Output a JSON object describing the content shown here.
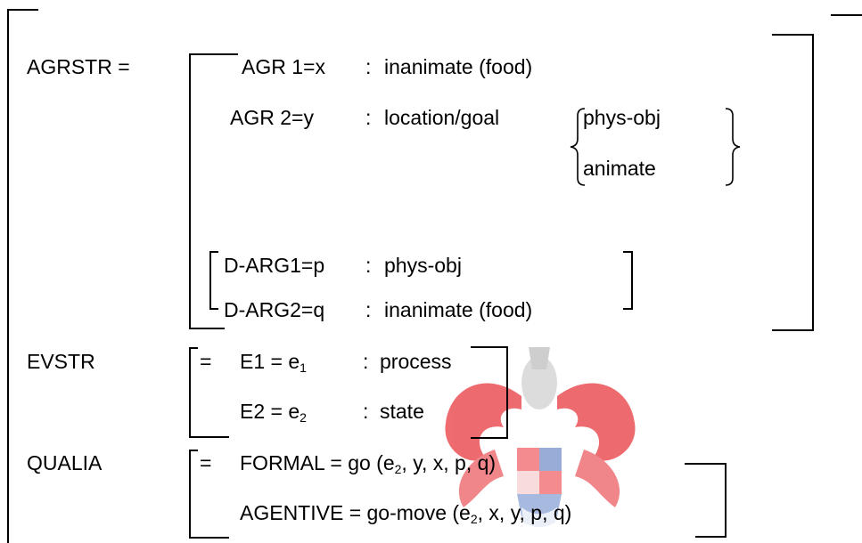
{
  "agrstr": {
    "label": "AGRSTR =",
    "agr1": {
      "key": "AGR 1=x",
      "sep": ":",
      "value": "inanimate (food)"
    },
    "agr2": {
      "key": "AGR 2=y",
      "sep": ":",
      "value": "location/goal"
    },
    "agr2_options": [
      "phys-obj",
      "animate"
    ],
    "darg1": {
      "key": "D-ARG1=p",
      "sep": ":",
      "value": "phys-obj"
    },
    "darg2": {
      "key": "D-ARG2=q",
      "sep": ":",
      "value": "inanimate (food)"
    }
  },
  "evstr": {
    "label": "EVSTR",
    "eq": "=",
    "e1": {
      "key": "E1 = e",
      "sub": "1",
      "sep": ":",
      "value": "process"
    },
    "e2": {
      "key": "E2 = e",
      "sub": "2",
      "sep": ":",
      "value": "state"
    }
  },
  "qualia": {
    "label": "QUALIA",
    "eq": "=",
    "formal": {
      "pre": "FORMAL = go (e",
      "sub": "2",
      "post": ", y, x, p, q)"
    },
    "agentive": {
      "pre": "AGENTIVE = go-move (e",
      "sub": "2",
      "post": ", x, y, p, q)"
    }
  },
  "watermark": {
    "name": "university-crest",
    "colors": [
      "#e8434b",
      "#5e78b4",
      "#d8d8d8"
    ]
  }
}
